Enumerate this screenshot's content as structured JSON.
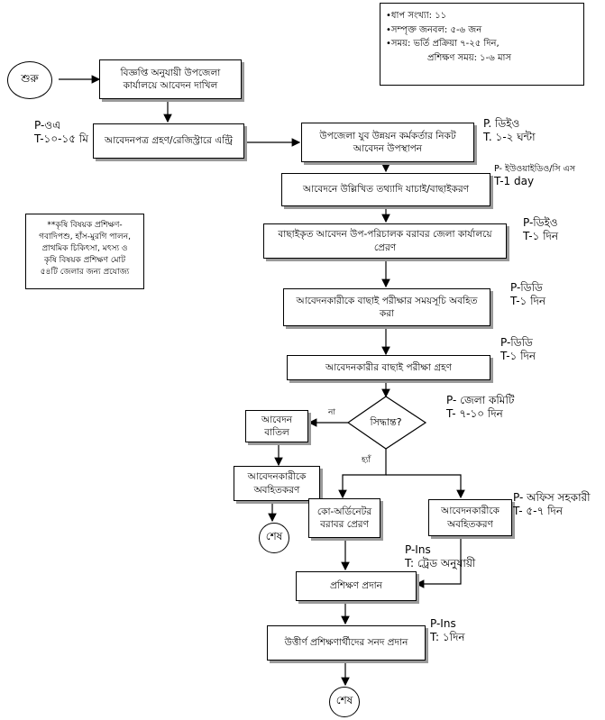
{
  "info": {
    "steps": "•ধাপ সংখ্যা: ১১",
    "manpower": "•সম্পৃক্ত জনবল: ৫-৬ জন",
    "time_line1": "•সময়: ভর্তি প্রক্রিয়া ৭-২৫ দিন,",
    "time_line2": "প্রশিক্ষণ সময়: ১-৬ মাস"
  },
  "start": "শুরু",
  "end_left": "শেষ",
  "end_bottom": "শেষ",
  "note": {
    "line1": "**কৃষি বিষয়ক প্রশিক্ষণ-",
    "line2": "গবাদিপশু, হাঁস-মুরগি পালন,",
    "line3": "প্রাথমিক চিকিৎসা, মৎস্য ও",
    "line4": "কৃষি বিষয়ক প্রশিক্ষণ মোট",
    "line5": "৫৪টি জেলার জন্য প্রযোজ্য"
  },
  "boxes": {
    "b1": "বিজ্ঞপ্তি অনুযায়ী উপজেলা কার্যালয়ে আবেদন দাখিল",
    "b2": "আবেদনপত্র গ্রহণ/রেজিস্ট্রারে এন্ট্রি",
    "b3": "উপজেলা যুব উন্নয়ন কর্মকর্তার নিকট আবেদন উপস্থাপন",
    "b4": "আবেদনে উল্লিখিত তথ্যাদি যাচাই/বাছাইকরণ",
    "b5": "বাছাইকৃত আবেদন উপ-পরিচালক বরাবর জেলা কার্যালয়ে প্রেরণ",
    "b6": "আবেদনকারীকে বাছাই পরীক্ষার সময়সূচি অবহিত করা",
    "b7": "আবেদনকারীর বাছাই পরীক্ষা গ্রহণ",
    "reject": "আবেদন বাতিল",
    "notify_left": "আবেদনকারীকে অবহিতকরণ",
    "coordinator": "কো-অর্ডিনেটর বরাবর প্রেরণ",
    "notify_right": "আবেদনকারীকে অবহিতকরণ",
    "training": "প্রশিক্ষণ প্রদান",
    "certificate": "উত্তীর্ণ প্রশিক্ষণার্থীদের সনদ প্রদান"
  },
  "decision": "সিদ্ধান্ত?",
  "labels": {
    "no": "না",
    "yes": "হ্যাঁ"
  },
  "annotations": {
    "a_b2_p": "P-ওএ",
    "a_b2_t": "T-১০-১৫ মি",
    "a_b3_p": "P. ডিইও",
    "a_b3_t": "T. ১-২ ঘন্টা",
    "a_b4_p": "P- ইউওয়াইডিও/সি এস",
    "a_b4_t": "T-1 day",
    "a_b5_p": "P-ডিইও",
    "a_b5_t": "T-১ দিন",
    "a_b6_p": "P-ডিডি",
    "a_b6_t": "T-১ দিন",
    "a_b7_p": "P-ডিডি",
    "a_b7_t": "T-১ দিন",
    "a_dec_p": "P- জেলা কমিটি",
    "a_dec_t": "T- ৭-১০ দিন",
    "a_nr_p": "P- অফিস সহকারী",
    "a_nr_t": "T- ৫-৭ দিন",
    "a_tr_p": "P-Ins",
    "a_tr_t": "T: ট্রেড অনুযায়ী",
    "a_ce_p": "P-Ins",
    "a_ce_t": "T: ১দিন"
  }
}
